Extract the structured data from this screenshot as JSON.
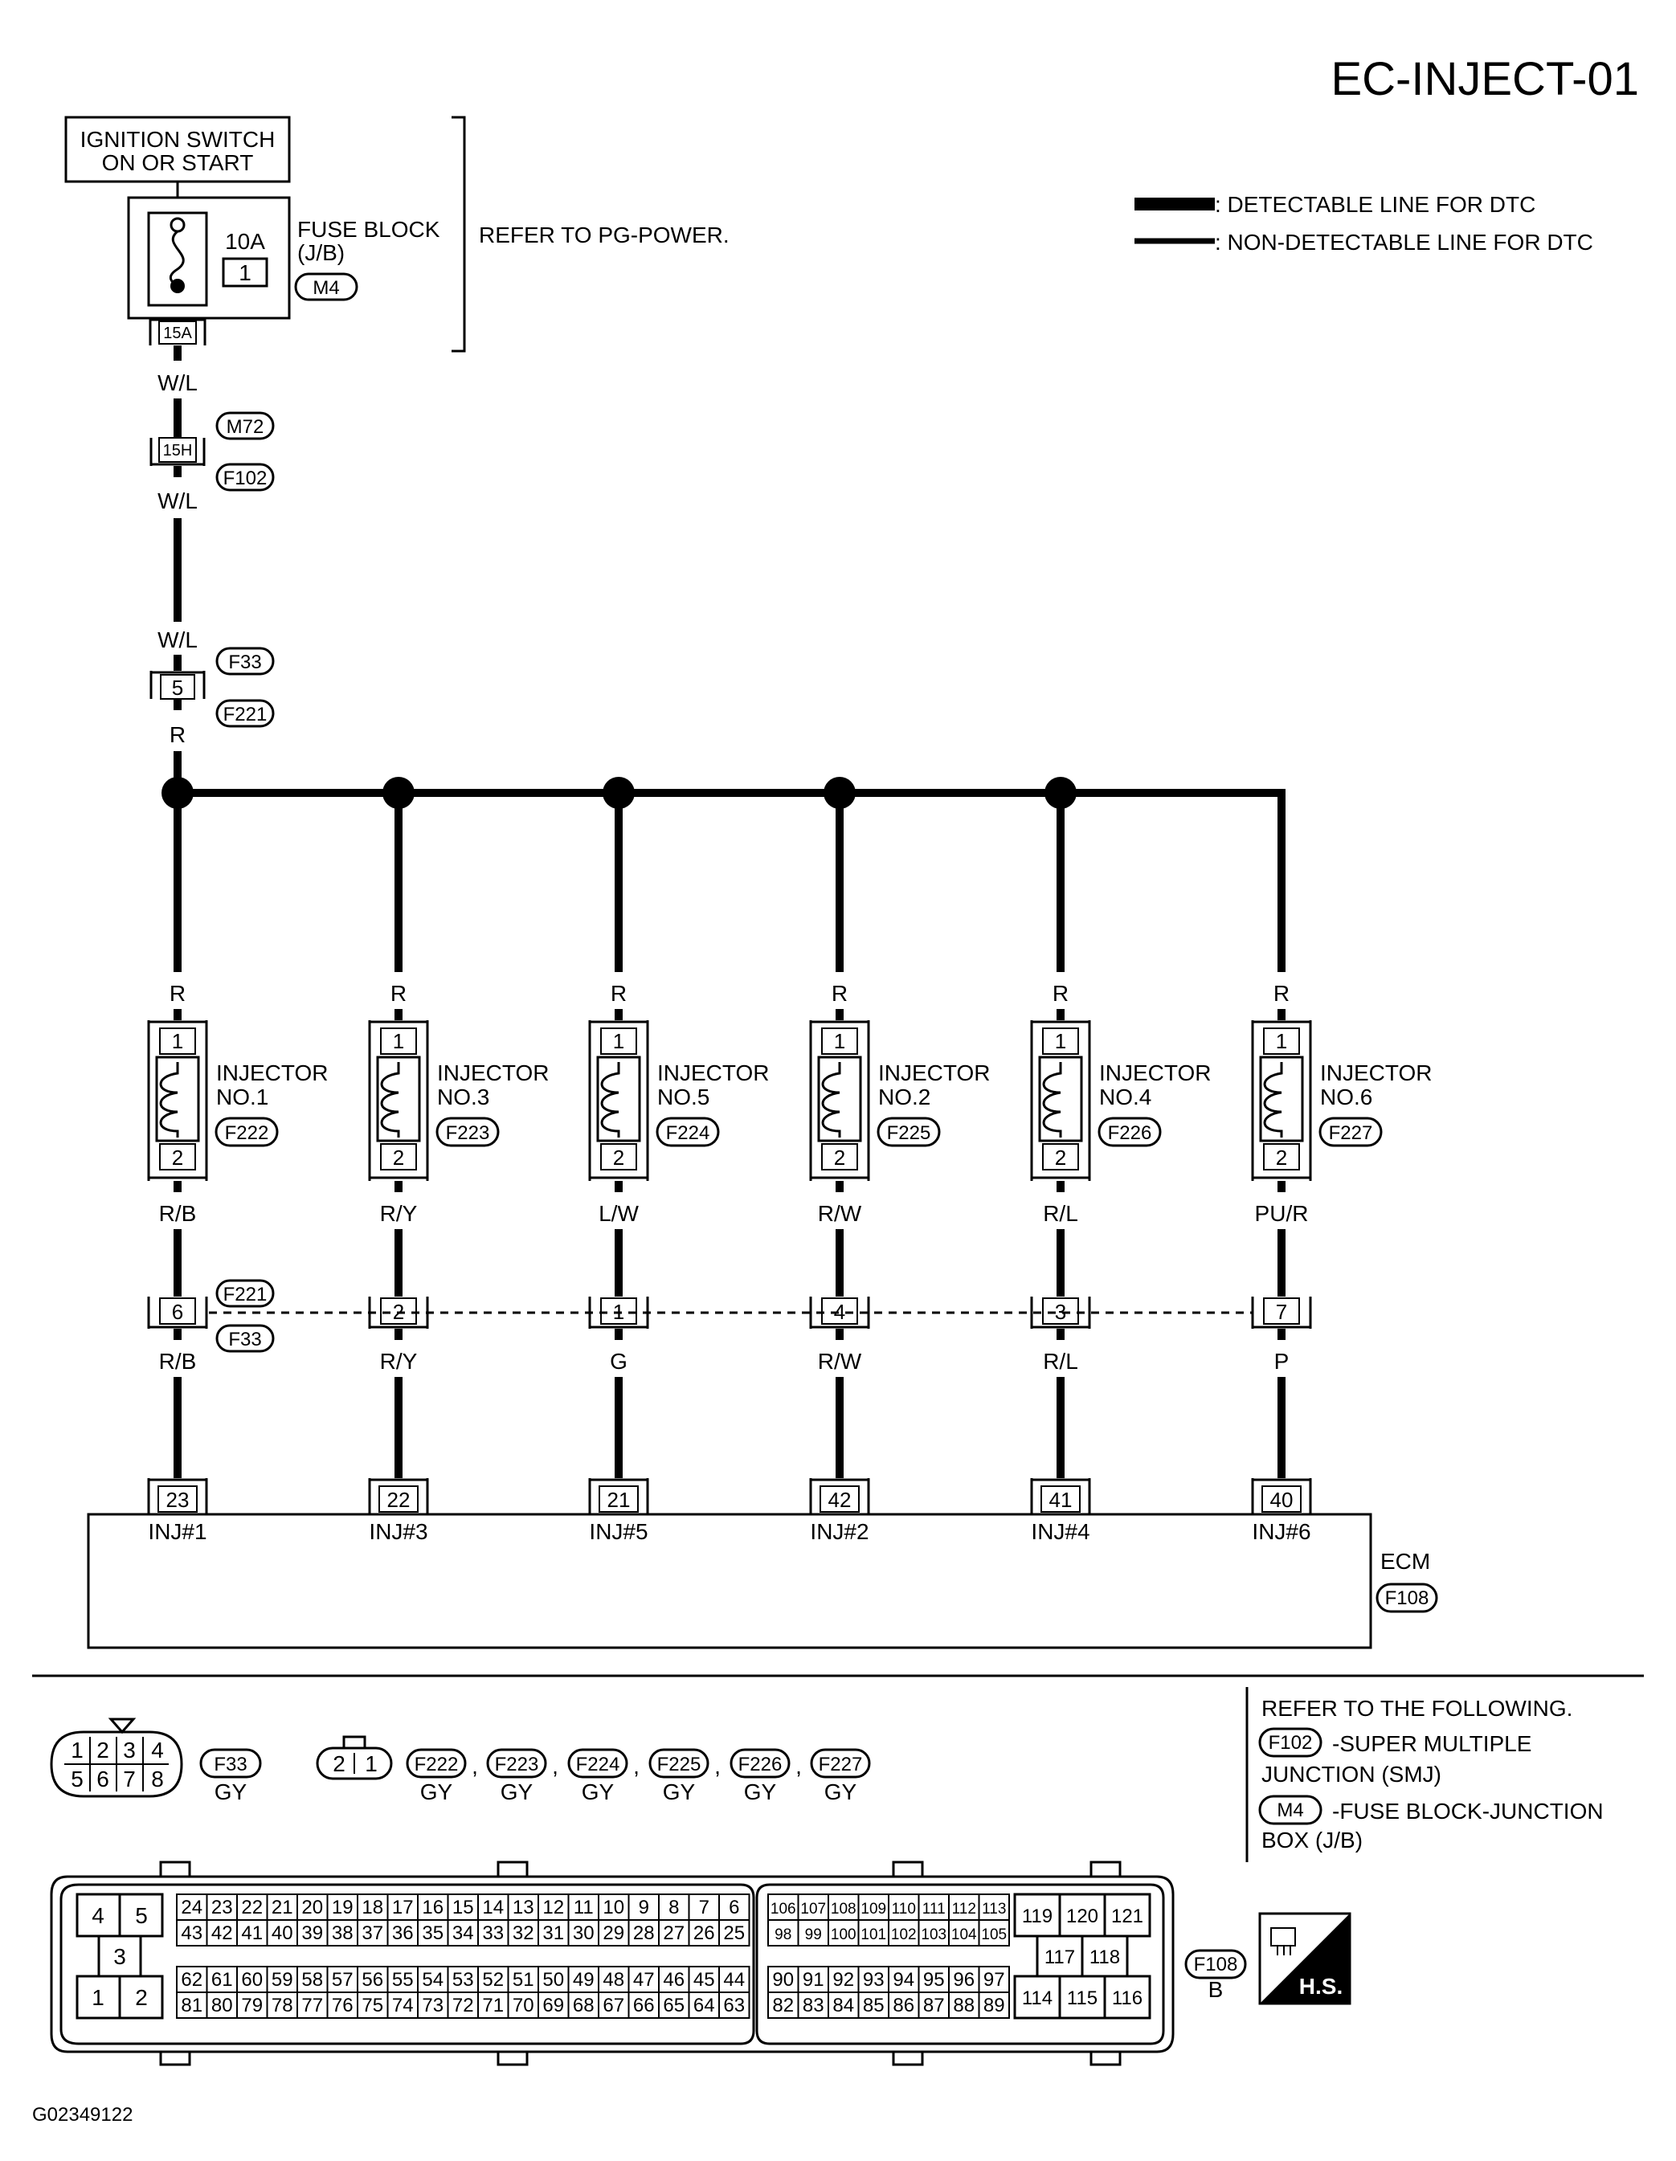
{
  "title": "EC-INJECT-01",
  "footer_code": "G02349122",
  "legend": {
    "detectable": ": DETECTABLE LINE FOR DTC",
    "non_detectable": ": NON-DETECTABLE LINE FOR DTC"
  },
  "power": {
    "ignition_line1": "IGNITION SWITCH",
    "ignition_line2": "ON OR START",
    "fuse_amp": "10A",
    "fuse_num": "1",
    "fuse_block_line1": "FUSE BLOCK",
    "fuse_block_line2": "(J/B)",
    "fuse_block_conn": "M4",
    "fuse_pin": "15A",
    "refer": "REFER TO PG-POWER.",
    "wire1": "W/L",
    "smj_pin": "15H",
    "smj_conn1": "M72",
    "smj_conn2": "F102",
    "wire2": "W/L",
    "wire3": "W/L",
    "f33_pin": "5",
    "conn_f33": "F33",
    "conn_f221": "F221",
    "wire4": "R"
  },
  "injectors": [
    {
      "name_line1": "INJECTOR",
      "name_line2": "NO.1",
      "conn": "F222",
      "wire_in": "R",
      "pin_in": "1",
      "pin_out": "2",
      "wire_mid": "R/B",
      "junc_pin": "6",
      "wire_ecm": "R/B",
      "ecm_pin": "23",
      "ecm_label": "INJ#1"
    },
    {
      "name_line1": "INJECTOR",
      "name_line2": "NO.3",
      "conn": "F223",
      "wire_in": "R",
      "pin_in": "1",
      "pin_out": "2",
      "wire_mid": "R/Y",
      "junc_pin": "2",
      "wire_ecm": "R/Y",
      "ecm_pin": "22",
      "ecm_label": "INJ#3"
    },
    {
      "name_line1": "INJECTOR",
      "name_line2": "NO.5",
      "conn": "F224",
      "wire_in": "R",
      "pin_in": "1",
      "pin_out": "2",
      "wire_mid": "L/W",
      "junc_pin": "1",
      "wire_ecm": "G",
      "ecm_pin": "21",
      "ecm_label": "INJ#5"
    },
    {
      "name_line1": "INJECTOR",
      "name_line2": "NO.2",
      "conn": "F225",
      "wire_in": "R",
      "pin_in": "1",
      "pin_out": "2",
      "wire_mid": "R/W",
      "junc_pin": "4",
      "wire_ecm": "R/W",
      "ecm_pin": "42",
      "ecm_label": "INJ#2"
    },
    {
      "name_line1": "INJECTOR",
      "name_line2": "NO.4",
      "conn": "F226",
      "wire_in": "R",
      "pin_in": "1",
      "pin_out": "2",
      "wire_mid": "R/L",
      "junc_pin": "3",
      "wire_ecm": "R/L",
      "ecm_pin": "41",
      "ecm_label": "INJ#4"
    },
    {
      "name_line1": "INJECTOR",
      "name_line2": "NO.6",
      "conn": "F227",
      "wire_in": "R",
      "pin_in": "1",
      "pin_out": "2",
      "wire_mid": "PU/R",
      "junc_pin": "7",
      "wire_ecm": "P",
      "ecm_pin": "40",
      "ecm_label": "INJ#6"
    }
  ],
  "junction": {
    "conn1": "F221",
    "conn2": "F33"
  },
  "ecm": {
    "label": "ECM",
    "conn": "F108"
  },
  "connectors": {
    "f33_pins": [
      "1",
      "2",
      "3",
      "4",
      "5",
      "6",
      "7",
      "8"
    ],
    "f33_name": "F33",
    "f33_color": "GY",
    "inj_pins": [
      "2",
      "1"
    ],
    "inj_conns": [
      "F222",
      "F223",
      "F224",
      "F225",
      "F226",
      "F227"
    ],
    "inj_colors": [
      "GY",
      "GY",
      "GY",
      "GY",
      "GY",
      "GY"
    ],
    "separator": ",",
    "ecm_name": "F108",
    "ecm_color": "B",
    "hs": "H.S.",
    "ecm_left": [
      "4",
      "5",
      "3",
      "1",
      "2"
    ],
    "ecm_row1": [
      "24",
      "23",
      "22",
      "21",
      "20",
      "19",
      "18",
      "17",
      "16",
      "15",
      "14",
      "13",
      "12",
      "11",
      "10",
      "9",
      "8",
      "7",
      "6"
    ],
    "ecm_row2": [
      "43",
      "42",
      "41",
      "40",
      "39",
      "38",
      "37",
      "36",
      "35",
      "34",
      "33",
      "32",
      "31",
      "30",
      "29",
      "28",
      "27",
      "26",
      "25"
    ],
    "ecm_row3": [
      "62",
      "61",
      "60",
      "59",
      "58",
      "57",
      "56",
      "55",
      "54",
      "53",
      "52",
      "51",
      "50",
      "49",
      "48",
      "47",
      "46",
      "45",
      "44"
    ],
    "ecm_row4": [
      "81",
      "80",
      "79",
      "78",
      "77",
      "76",
      "75",
      "74",
      "73",
      "72",
      "71",
      "70",
      "69",
      "68",
      "67",
      "66",
      "65",
      "64",
      "63"
    ],
    "ecm_mid1": [
      "106",
      "107",
      "108",
      "109",
      "110",
      "111",
      "112",
      "113"
    ],
    "ecm_mid2": [
      "98",
      "99",
      "100",
      "101",
      "102",
      "103",
      "104",
      "105"
    ],
    "ecm_mid3": [
      "90",
      "91",
      "92",
      "93",
      "94",
      "95",
      "96",
      "97"
    ],
    "ecm_mid4": [
      "82",
      "83",
      "84",
      "85",
      "86",
      "87",
      "88",
      "89"
    ],
    "ecm_right1": [
      "119",
      "120",
      "121"
    ],
    "ecm_right2": [
      "117",
      "118"
    ],
    "ecm_right3": [
      "114",
      "115",
      "116"
    ]
  },
  "refer_box": {
    "heading": "REFER TO THE FOLLOWING.",
    "item1_conn": "F102",
    "item1_text1": "-SUPER MULTIPLE",
    "item1_text2": "JUNCTION (SMJ)",
    "item2_conn": "M4",
    "item2_text1": "-FUSE BLOCK-JUNCTION",
    "item2_text2": "BOX (J/B)"
  }
}
